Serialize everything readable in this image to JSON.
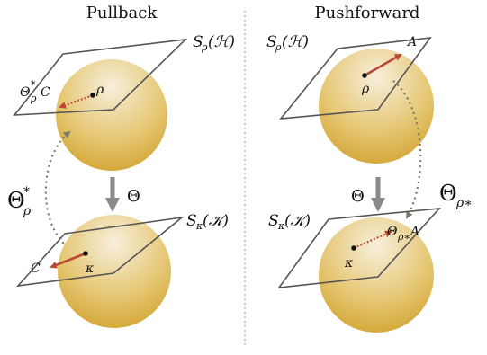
{
  "left": {
    "title": "Pullback",
    "plane_top_label": "S_ρ(H)",
    "plane_bottom_label": "S_κ(K)",
    "point_top": "ρ",
    "point_bottom": "κ",
    "vector_top": "Θ*_ρ C",
    "vector_bottom": "C",
    "map_symbol": "Θ",
    "curve_label": "Θ*_ρ"
  },
  "right": {
    "title": "Pushforward",
    "plane_top_label": "S_ρ(H)",
    "plane_bottom_label": "S_κ(K)",
    "point_top": "ρ",
    "point_bottom": "κ",
    "vector_top": "A",
    "vector_bottom": "Θ_ρ* A",
    "map_symbol": "Θ",
    "curve_label": "Θ_ρ*"
  },
  "colors": {
    "sphere_top": "#f5ead2",
    "sphere_bottom": "#d2a22b",
    "vector": "#b84a35",
    "curve": "#7a7a6a",
    "arrow_gray": "#8a8a8a",
    "plane": "#555555"
  }
}
